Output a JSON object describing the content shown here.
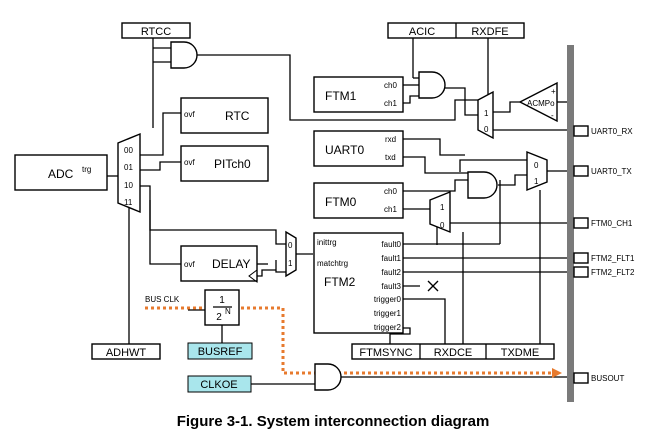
{
  "caption": "Figure 3-1. System interconnection diagram",
  "top_labels": {
    "rtcc": "RTCC",
    "acic": "ACIC",
    "rxdfe": "RXDFE"
  },
  "blocks": {
    "adc": {
      "name": "ADC",
      "pin": "trg"
    },
    "rtc": {
      "name": "RTC",
      "pin": "ovf"
    },
    "pit": {
      "name": "PITch0",
      "pin": "ovf"
    },
    "delay": {
      "name": "DELAY",
      "pin": "ovf"
    },
    "ftm1": {
      "name": "FTM1",
      "pins": [
        "ch0",
        "ch1"
      ]
    },
    "uart0": {
      "name": "UART0",
      "pins": [
        "rxd",
        "txd"
      ]
    },
    "ftm0": {
      "name": "FTM0",
      "pins": [
        "ch0",
        "ch1"
      ]
    },
    "ftm2": {
      "name": "FTM2",
      "inputs": [
        "inittrg",
        "matchtrg"
      ],
      "outputs": [
        "fault0",
        "fault1",
        "fault2",
        "fault3",
        "trigger0",
        "trigger1",
        "trigger2"
      ]
    },
    "acmp": {
      "name": "ACMPo",
      "plus": "+",
      "minus": "-"
    }
  },
  "adc_mux": [
    "00",
    "01",
    "10",
    "11"
  ],
  "mux_inputs": {
    "zero": "0",
    "one": "1"
  },
  "divider": {
    "num": "1",
    "den": "2",
    "exp": "N"
  },
  "bus_clk": "BUS CLK",
  "highlighted": {
    "busref": "BUSREF",
    "clkoe": "CLKOE"
  },
  "bottom_labels": {
    "adhwt": "ADHWT",
    "ftmsync": "FTMSYNC",
    "rxdce": "RXDCE",
    "txdme": "TXDME"
  },
  "pins_right": [
    "UART0_RX",
    "UART0_TX",
    "FTM0_CH1",
    "FTM2_FLT1",
    "FTM2_FLT2",
    "BUSOUT"
  ],
  "colors": {
    "highlight": "#a9e6ec",
    "bus_path": "#e77a2e",
    "pin_bar": "#7a7a7a"
  }
}
